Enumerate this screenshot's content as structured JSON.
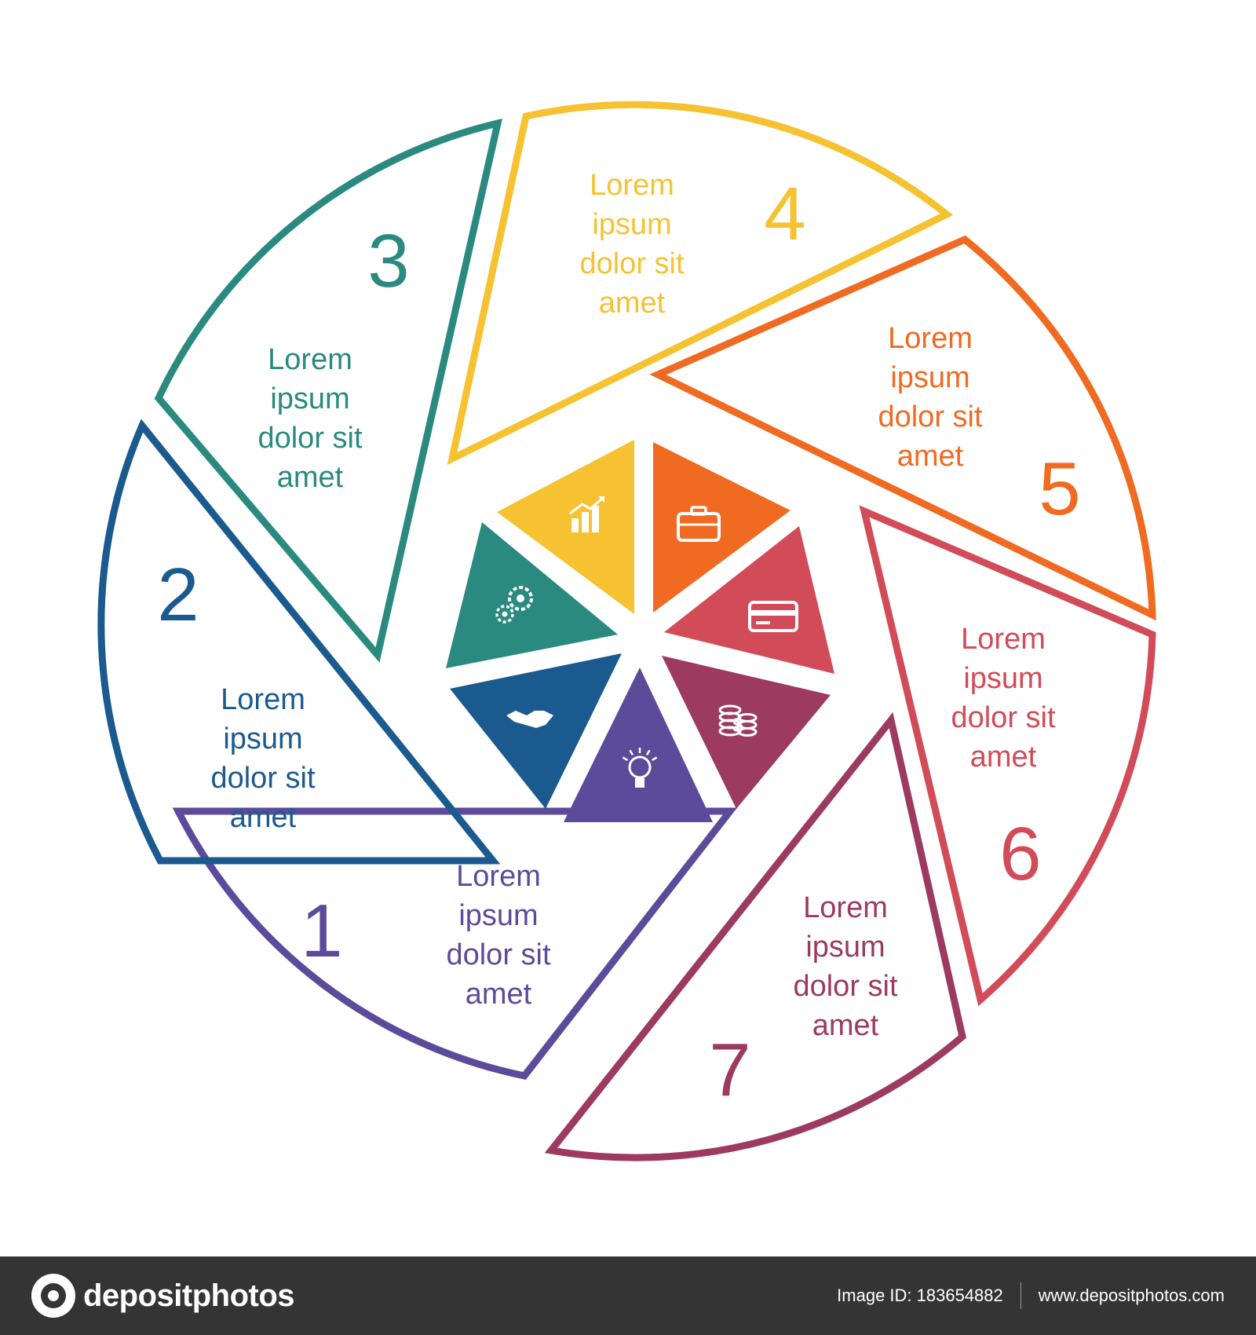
{
  "segments": [
    {
      "number": "1",
      "lines": [
        "Lorem",
        "ipsum",
        "dolor sit",
        "amet"
      ],
      "color": "#5b4b9a",
      "icon": "lightbulb-icon"
    },
    {
      "number": "2",
      "lines": [
        "Lorem",
        "ipsum",
        "dolor sit",
        "amet"
      ],
      "color": "#1b5a8e",
      "icon": "handshake-icon"
    },
    {
      "number": "3",
      "lines": [
        "Lorem",
        "ipsum",
        "dolor sit",
        "amet"
      ],
      "color": "#2a8a80",
      "icon": "gears-icon"
    },
    {
      "number": "4",
      "lines": [
        "Lorem",
        "ipsum",
        "dolor sit",
        "amet"
      ],
      "color": "#f6c232",
      "icon": "bar-chart-icon"
    },
    {
      "number": "5",
      "lines": [
        "Lorem",
        "ipsum",
        "dolor sit",
        "amet"
      ],
      "color": "#f06a22",
      "icon": "briefcase-icon"
    },
    {
      "number": "6",
      "lines": [
        "Lorem",
        "ipsum",
        "dolor sit",
        "amet"
      ],
      "color": "#d24b58",
      "icon": "credit-card-icon"
    },
    {
      "number": "7",
      "lines": [
        "Lorem",
        "ipsum",
        "dolor sit",
        "amet"
      ],
      "color": "#9c3a5f",
      "icon": "coins-icon"
    }
  ],
  "footer": {
    "brand": "depositphotos",
    "image_id": "Image ID: 183654882",
    "url": "www.depositphotos.com"
  }
}
